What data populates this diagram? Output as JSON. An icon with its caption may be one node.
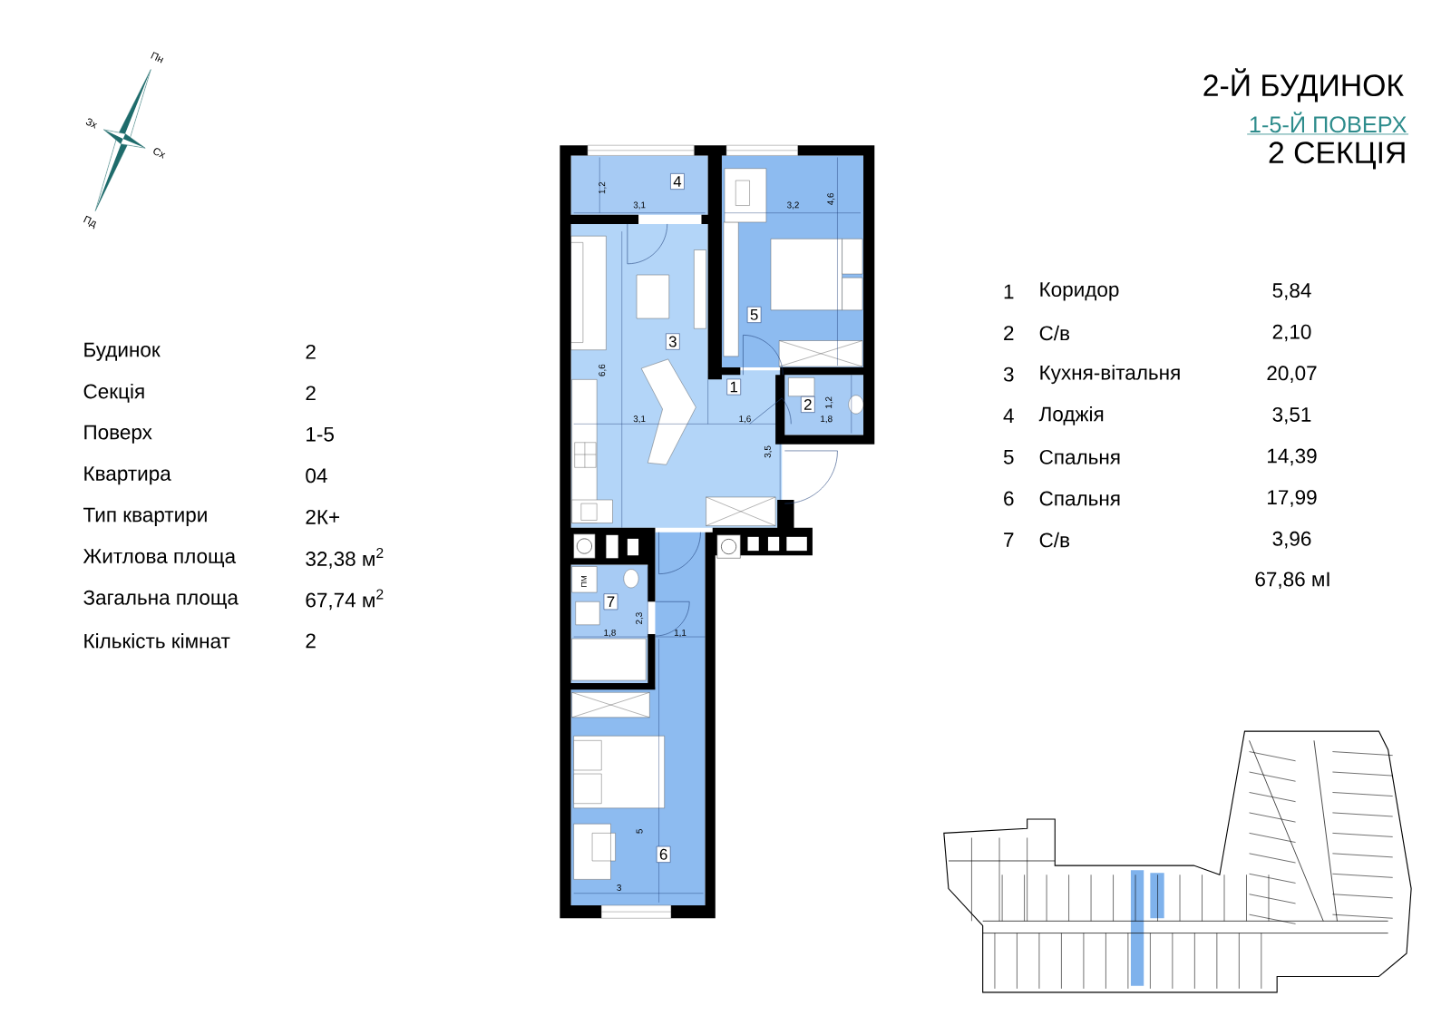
{
  "diagram": {
    "title": "2-Й БУДИНОК",
    "labels": [
      "1-5-Й ПОВЕРХ",
      "2 СЕКЦІЯ",
      "Пн",
      "Зх",
      "Сх",
      "Пд",
      "Будинок",
      "2",
      "Секція",
      "2",
      "Поверх",
      "1-5",
      "Квартира",
      "04",
      "Тип квартири",
      "2К+",
      "Житлова площа",
      "32,38 м$^{2}$",
      "Загальна площа",
      "67,74 м$^{2}$",
      "Кількість кімнат",
      "2",
      "1",
      "Коридор",
      "5,84",
      "2",
      "С/в",
      "2,10",
      "3",
      "Кухня-вітальня",
      "20,07",
      "4",
      "Лоджія",
      "3,51",
      "5",
      "Спальня",
      "14,39",
      "6",
      "Спальня",
      "17,99",
      "7",
      "С/в",
      "3,96",
      "67,86 мІ",
      "4",
      "1,2",
      "3,1",
      "3,2",
      "4,6",
      "3",
      "5",
      "6,6",
      "1",
      "2",
      "1,2",
      "3,1",
      "1,6",
      "1,8",
      "3,5",
      "ПМ",
      "7",
      "2,3",
      "1,8",
      "1,1",
      "5",
      "6",
      "3"
    ]
  }
}
